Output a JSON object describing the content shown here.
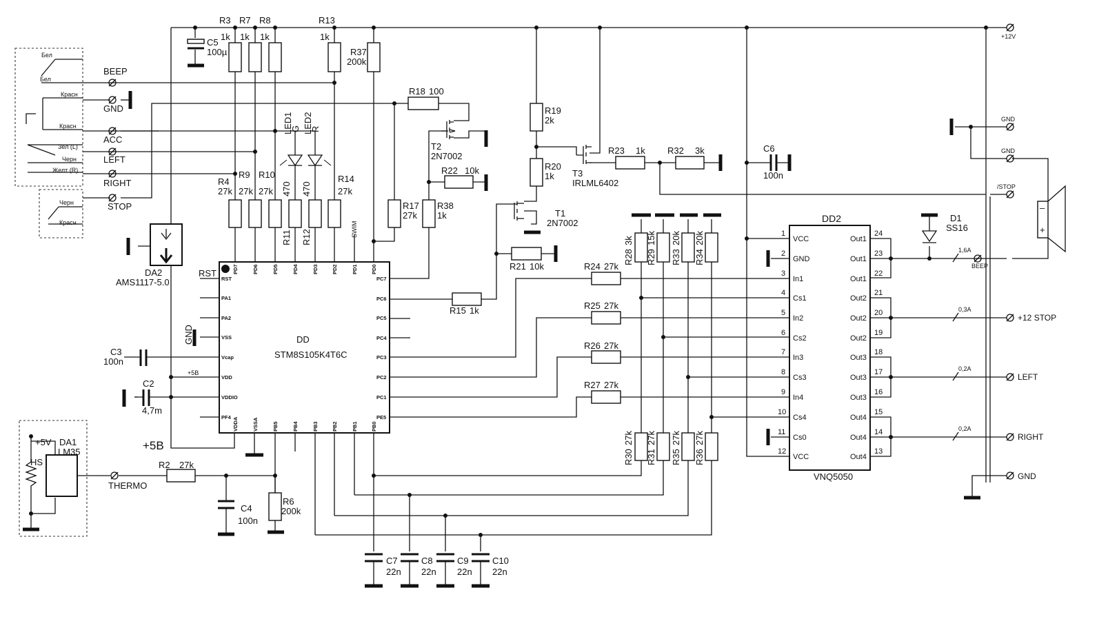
{
  "supply": {
    "v12": "+12V",
    "v5": "+5B",
    "vdd_label": "+5B"
  },
  "connectors": [
    {
      "name": "BEEP"
    },
    {
      "name": "GND"
    },
    {
      "name": "ACC"
    },
    {
      "name": "LEFT"
    },
    {
      "name": "RIGHT"
    },
    {
      "name": "STOP"
    },
    {
      "name": "THERMO"
    }
  ],
  "wire_colors": [
    "Бел",
    "Бел",
    "Красн",
    "Красн",
    "Зел (L)",
    "Черн",
    "Желт (R)",
    "Черн",
    "Красн"
  ],
  "resistors": {
    "R3": {
      "ref": "R3",
      "val": "1k"
    },
    "R7": {
      "ref": "R7",
      "val": "1k"
    },
    "R8": {
      "ref": "R8",
      "val": "1k"
    },
    "R13": {
      "ref": "R13",
      "val": "1k"
    },
    "R37": {
      "ref": "R37",
      "val": "200k"
    },
    "R4": {
      "ref": "R4",
      "val": "27k"
    },
    "R9": {
      "ref": "R9",
      "val": "27k"
    },
    "R10": {
      "ref": "R10",
      "val": "27k"
    },
    "R11": {
      "ref": "R11",
      "val": "470"
    },
    "R12": {
      "ref": "R12",
      "val": "470"
    },
    "R14": {
      "ref": "R14",
      "val": "27k"
    },
    "R17": {
      "ref": "R17",
      "val": "27k"
    },
    "R38": {
      "ref": "R38",
      "val": "1k"
    },
    "R18": {
      "ref": "R18",
      "val": "100"
    },
    "R22": {
      "ref": "R22",
      "val": "10k"
    },
    "R19": {
      "ref": "R19",
      "val": "2k"
    },
    "R20": {
      "ref": "R20",
      "val": "1k"
    },
    "R23": {
      "ref": "R23",
      "val": "1k"
    },
    "R32": {
      "ref": "R32",
      "val": "3k"
    },
    "R21": {
      "ref": "R21",
      "val": "10k"
    },
    "R15": {
      "ref": "R15",
      "val": "1k"
    },
    "R24": {
      "ref": "R24",
      "val": "27k"
    },
    "R25": {
      "ref": "R25",
      "val": "27k"
    },
    "R26": {
      "ref": "R26",
      "val": "27k"
    },
    "R27": {
      "ref": "R27",
      "val": "27k"
    },
    "R28": {
      "ref": "R28",
      "val": "3k"
    },
    "R29": {
      "ref": "R29",
      "val": "15k"
    },
    "R33": {
      "ref": "R33",
      "val": "20k"
    },
    "R34": {
      "ref": "R34",
      "val": "20k"
    },
    "R30": {
      "ref": "R30",
      "val": "27k"
    },
    "R31": {
      "ref": "R31",
      "val": "27k"
    },
    "R35": {
      "ref": "R35",
      "val": "27k"
    },
    "R36": {
      "ref": "R36",
      "val": "27k"
    },
    "R2": {
      "ref": "R2",
      "val": "27k"
    },
    "R6": {
      "ref": "R6",
      "val": "200k"
    }
  },
  "capacitors": {
    "C5": {
      "ref": "C5",
      "val": "100µ"
    },
    "C6": {
      "ref": "C6",
      "val": "100n"
    },
    "C3": {
      "ref": "C3",
      "val": "100n"
    },
    "C2": {
      "ref": "C2",
      "val": "4,7m"
    },
    "C4": {
      "ref": "C4",
      "val": "100n"
    },
    "C7": {
      "ref": "C7",
      "val": "22n"
    },
    "C8": {
      "ref": "C8",
      "val": "22n"
    },
    "C9": {
      "ref": "C9",
      "val": "22n"
    },
    "C10": {
      "ref": "C10",
      "val": "22n"
    }
  },
  "leds": [
    {
      "ref": "LED1",
      "color": "G"
    },
    {
      "ref": "LED2",
      "color": "R"
    }
  ],
  "transistors": {
    "T1": {
      "ref": "T1",
      "type": "2N7002"
    },
    "T2": {
      "ref": "T2",
      "type": "2N7002"
    },
    "T3": {
      "ref": "T3",
      "type": "IRLML6402"
    }
  },
  "diode": {
    "ref": "D1",
    "type": "SS16"
  },
  "regulator": {
    "ref": "DA2",
    "type": "AMS1117-5.0"
  },
  "sensor": {
    "ref": "DA1",
    "type": "LM35",
    "supply": "+5V",
    "pin": "HS"
  },
  "mcu": {
    "ref": "DD",
    "part": "STM8S105K4T6C",
    "swim": "SWIM",
    "rst": "RST",
    "gnd": "GND",
    "top_pins": [
      "PD7",
      "PD6",
      "PD5",
      "PD4",
      "PD3",
      "PD2",
      "PD1",
      "PD0"
    ],
    "left_pins": [
      "RST",
      "PA1",
      "PA2",
      "VSS",
      "Vcap",
      "VDD",
      "VDDIO",
      "PF4"
    ],
    "right_pins": [
      "PC7",
      "PC6",
      "PC5",
      "PC4",
      "PC3",
      "PC2",
      "PC1",
      "PE5"
    ],
    "bottom_pins": [
      "VDDA",
      "VSSA",
      "PB5",
      "PB4",
      "PB3",
      "PB2",
      "PB1",
      "PB0"
    ]
  },
  "driver": {
    "ref": "DD2",
    "part": "VNQ5050",
    "left": [
      {
        "num": "1",
        "name": "VCC"
      },
      {
        "num": "2",
        "name": "GND"
      },
      {
        "num": "3",
        "name": "In1"
      },
      {
        "num": "4",
        "name": "Cs1"
      },
      {
        "num": "5",
        "name": "In2"
      },
      {
        "num": "6",
        "name": "Cs2"
      },
      {
        "num": "7",
        "name": "In3"
      },
      {
        "num": "8",
        "name": "Cs3"
      },
      {
        "num": "9",
        "name": "In4"
      },
      {
        "num": "10",
        "name": "Cs4"
      },
      {
        "num": "11",
        "name": "Cs0"
      },
      {
        "num": "12",
        "name": "VCC"
      }
    ],
    "right": [
      {
        "num": "24",
        "name": "Out1"
      },
      {
        "num": "23",
        "name": "Out1"
      },
      {
        "num": "22",
        "name": "Out1"
      },
      {
        "num": "21",
        "name": "Out2"
      },
      {
        "num": "20",
        "name": "Out2"
      },
      {
        "num": "19",
        "name": "Out2"
      },
      {
        "num": "18",
        "name": "Out3"
      },
      {
        "num": "17",
        "name": "Out3"
      },
      {
        "num": "16",
        "name": "Out3"
      },
      {
        "num": "15",
        "name": "Out4"
      },
      {
        "num": "14",
        "name": "Out4"
      },
      {
        "num": "13",
        "name": "Out4"
      }
    ]
  },
  "outputs": [
    {
      "label": "+12V"
    },
    {
      "label": "GND"
    },
    {
      "label": "GND"
    },
    {
      "label": "/STOP"
    },
    {
      "label": "BEEP",
      "fuse": "1,6A"
    },
    {
      "label": "+12 STOP",
      "fuse": "0,3A"
    },
    {
      "label": "LEFT",
      "fuse": "0,2A"
    },
    {
      "label": "RIGHT",
      "fuse": "0,2A"
    },
    {
      "label": "GND"
    }
  ],
  "speaker_marks": {
    "minus": "–",
    "plus": "+"
  }
}
